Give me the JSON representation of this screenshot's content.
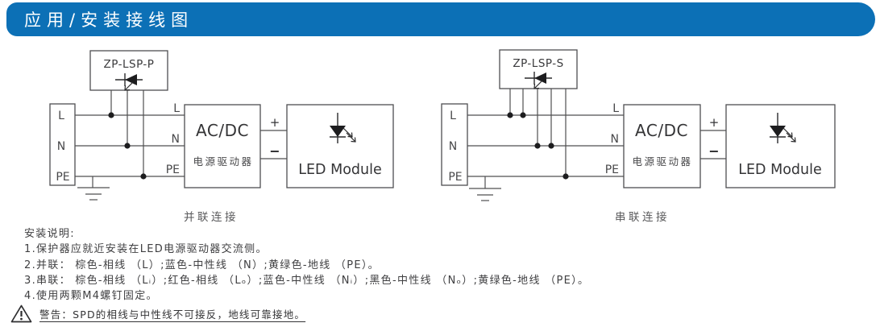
{
  "header": {
    "title": "应用/安装接线图",
    "bg_color": "#0c70b6",
    "text_color": "#ffffff"
  },
  "diagrams": {
    "labels": {
      "line": "L",
      "neutral": "N",
      "earth": "PE",
      "acdc": "AC/DC",
      "driver": "电源驱动器",
      "plus": "+",
      "minus": "−",
      "led_module": "LED Module"
    },
    "parallel": {
      "spd_label": "ZP-LSP-P",
      "caption": "并联连接"
    },
    "series": {
      "spd_label": "ZP-LSP-S",
      "caption": "串联连接"
    },
    "line_color": "#4f4f51"
  },
  "notes": {
    "heading": "安装说明:",
    "items": [
      "1.保护器应就近安装在LED电源驱动器交流侧。",
      "2.并联： 棕色-相线 （L）;蓝色-中性线 （N）;黄绿色-地线 （PE）。",
      "3.串联： 棕色-相线 （Lᵢ）;红色-相线 （Lₒ）;蓝色-中性线 （Nᵢ）;黑色-中性线 （Nₒ）;黄绿色-地线 （PE）。",
      "4.使用两颗M4螺钉固定。"
    ]
  },
  "warning": {
    "text": "警告：SPD的相线与中性线不可接反，地线可靠接地。"
  }
}
